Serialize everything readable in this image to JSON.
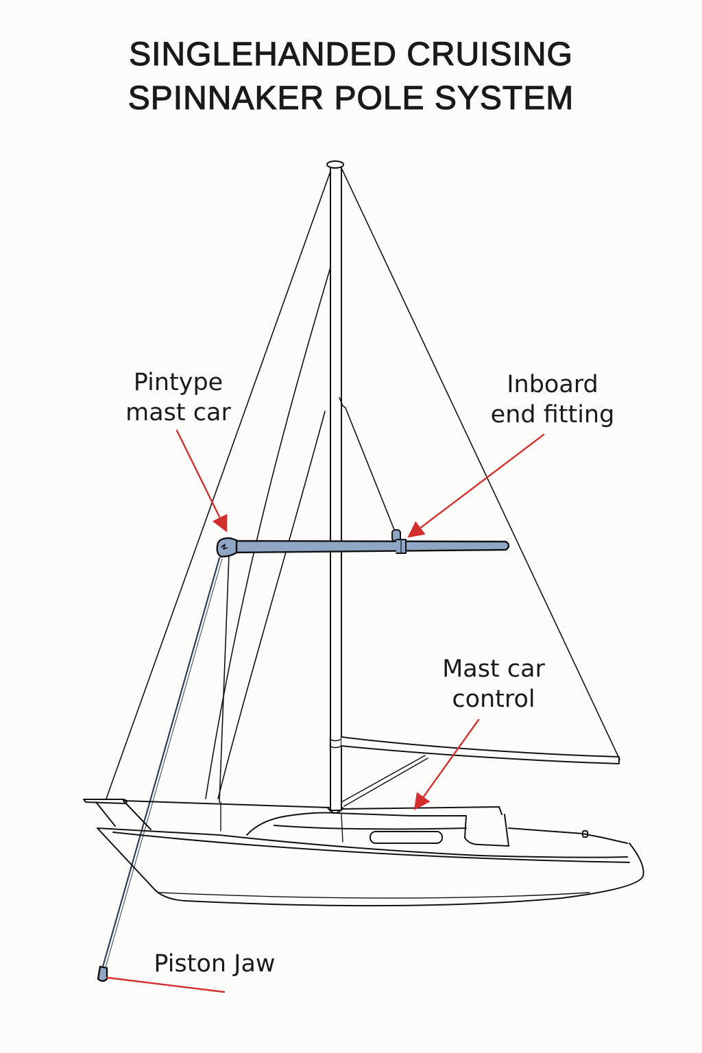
{
  "title": {
    "line1": "SINGLEHANDED CRUISING",
    "line2": "SPINNAKER POLE SYSTEM"
  },
  "labels": {
    "pintype_mast_car": {
      "line1": "Pintype",
      "line2": "mast car"
    },
    "inboard_end_fitting": {
      "line1": "Inboard",
      "line2": "end fitting"
    },
    "mast_car_control": {
      "line1": "Mast car",
      "line2": "control"
    },
    "piston_jaw": {
      "line1": "Piston Jaw"
    }
  },
  "colors": {
    "pointer_red": "#d32f2f",
    "pole_blue": "#8fa6c4",
    "line_ink": "#111111",
    "background": "#fcfcfa"
  }
}
